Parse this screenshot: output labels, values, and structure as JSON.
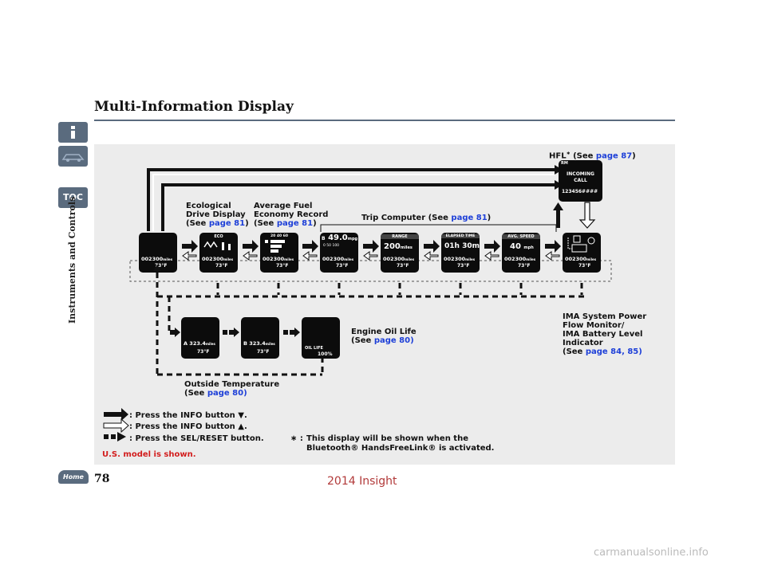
{
  "page_title": "Multi-Information Display",
  "side_section": "Instruments and Controls",
  "side_toc": "TOC",
  "home_label": "Home",
  "page_number": "78",
  "watermark": "2014 Insight",
  "watermark_site": "carmanualsonline.info",
  "labels": {
    "hfl": "HFL",
    "hfl_star": "∗",
    "hfl_see_pre": "(See ",
    "hfl_page": "page 87",
    "hfl_see_post": ")",
    "eco_line1": "Ecological",
    "eco_line2": "Drive Display",
    "eco_see_pre": "(See ",
    "eco_page": "page 81",
    "eco_see_post": ")",
    "avg_line1": "Average Fuel",
    "avg_line2": "Economy Record",
    "avg_see_pre": "(See ",
    "avg_page": "page 81",
    "avg_see_post": ")",
    "trip_pre": "Trip Computer (See ",
    "trip_page": "page 81",
    "trip_post": ")",
    "ima_line1": "IMA System Power",
    "ima_line2": "Flow Monitor/",
    "ima_line3": "IMA Battery Level",
    "ima_line4": "Indicator",
    "ima_see_pre": "(See ",
    "ima_pages": "page 84, 85)",
    "oil_line1": "Engine Oil Life",
    "oil_see_pre": "(See ",
    "oil_page": "page 80)",
    "temp_line1": "Outside Temperature",
    "temp_see_pre": "(See ",
    "temp_page": "page 80)"
  },
  "legend": {
    "info_down": ": Press the INFO button ▼.",
    "info_up": ": Press the INFO button ▲.",
    "sel_reset": ": Press the SEL/RESET button."
  },
  "footnote": {
    "mark": "∗ :",
    "line1": "This display will be shown when the",
    "line2": "Bluetooth® HandsFreeLink® is activated."
  },
  "us_model": "U.S. model is shown.",
  "screens": {
    "odo": "002300",
    "odo_unit": "miles",
    "temp": "73°F",
    "eco_hdr": "ECO",
    "avg_hdr": "20 40 60",
    "fuel_value": "49.0",
    "fuel_unit": "mpg",
    "fuel_scale": "0 50 100",
    "fuel_label": "B",
    "range_hdr": "RANGE",
    "range_value": "200",
    "range_unit": "miles",
    "elapsed_hdr": "ELAPSED TIME",
    "elapsed_value": "01h 30m",
    "speed_hdr": "AVG. SPEED",
    "speed_value": "40",
    "speed_unit": "mph",
    "tripA": "A 323.4",
    "tripB": "B 323.4",
    "trip_unit": "miles",
    "oil_hdr": "OIL LIFE",
    "oil_value": "100%",
    "hfl_line1": "INCOMING",
    "hfl_line2": "CALL",
    "hfl_number": "123456####",
    "hfl_top": "RM"
  }
}
